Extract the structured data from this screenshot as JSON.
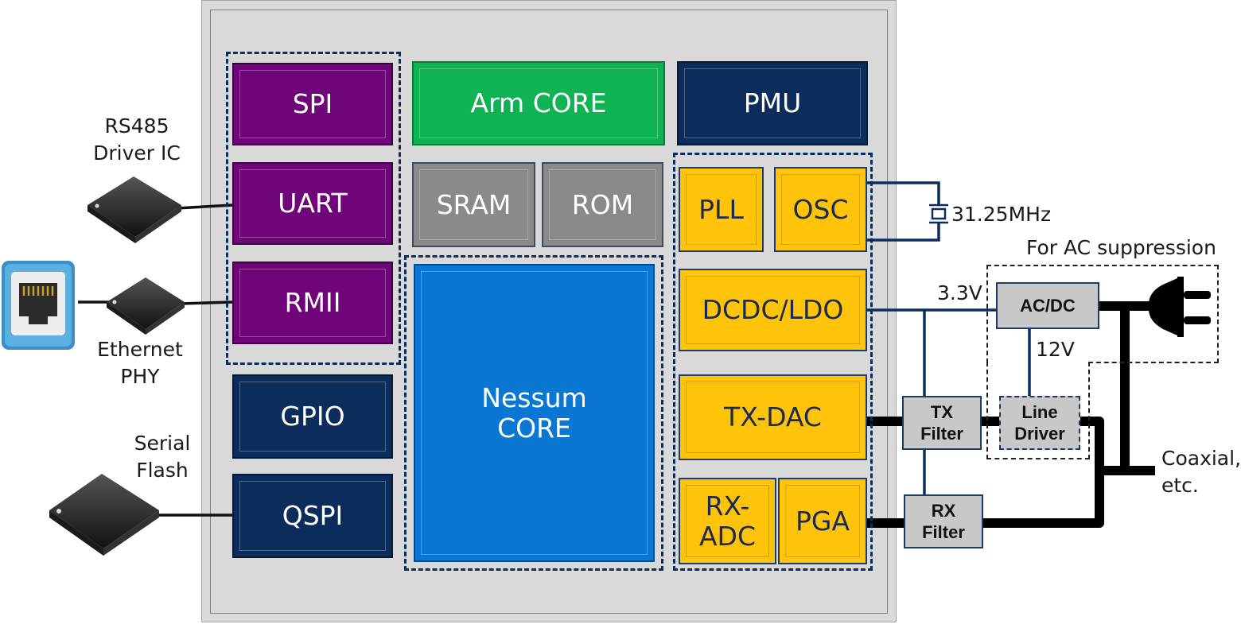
{
  "blocks": {
    "spi": "SPI",
    "uart": "UART",
    "rmii": "RMII",
    "gpio": "GPIO",
    "qspi": "QSPI",
    "arm_core": "Arm CORE",
    "pmu": "PMU",
    "sram": "SRAM",
    "rom": "ROM",
    "nessum_core": "Nessum\nCORE",
    "pll": "PLL",
    "osc": "OSC",
    "dcdc_ldo": "DCDC/LDO",
    "tx_dac": "TX-DAC",
    "rx_adc": "RX-\nADC",
    "pga": "PGA"
  },
  "external": {
    "rs485": "RS485\nDriver IC",
    "ethernet_phy": "Ethernet\nPHY",
    "serial_flash": "Serial\nFlash",
    "crystal_freq": "31.25MHz",
    "ac_suppression": "For AC suppression",
    "v33": "3.3V",
    "v12": "12V",
    "ac_dc": "AC/DC",
    "tx_filter": "TX\nFilter",
    "rx_filter": "RX\nFilter",
    "line_driver": "Line\nDriver",
    "coaxial": "Coaxial,\netc."
  },
  "colors": {
    "interface_purple": "#70057a",
    "io_navy": "#0c2d5b",
    "arm_green": "#10b354",
    "memory_gray": "#8a8a8a",
    "nessum_blue": "#0a78d2",
    "analog_yellow": "#ffc40a"
  },
  "icons": [
    "chip-icon",
    "ethernet-port-icon",
    "crystal-icon",
    "power-plug-icon"
  ]
}
